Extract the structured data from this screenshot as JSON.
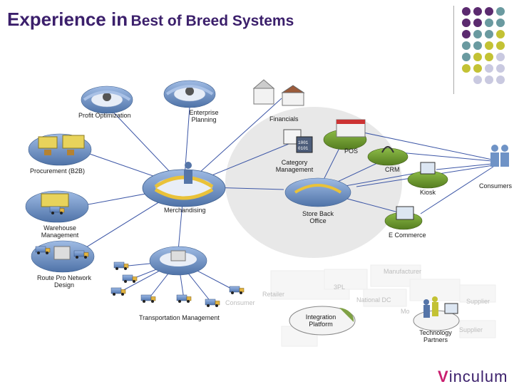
{
  "title": {
    "part1": "Experience in",
    "part2": "Best of Breed Systems"
  },
  "nodes": {
    "profit_optimization": "Profit Optimization",
    "enterprise_planning": "Enterprise Planning",
    "financials": "Financials",
    "procurement": "Procurement (B2B)",
    "category_management": "Category Management",
    "pos": "POS",
    "crm": "CRM",
    "kiosk": "Kiosk",
    "consumers": "Consumers",
    "merchandising": "Merchandising",
    "warehouse_management": "Warehouse Management",
    "store_back_office": "Store Back Office",
    "e_commerce": "E Commerce",
    "route_pro": "Route Pro Network Design",
    "transportation_management": "Transportation Management",
    "integration_platform": "Integration Platform",
    "technology_partners": "Technology Partners"
  },
  "watermark": {
    "manufacturer": "Manufacturer",
    "retailer": "Retailer",
    "threepl": "3PL",
    "national_dc": "National DC",
    "consumer": "Consumer",
    "supplier1": "Supplier",
    "supplier2": "Supplier",
    "mo": "Mo"
  },
  "brand": {
    "logo_v": "V",
    "logo_rest": "inculum"
  },
  "colors": {
    "title": "#3b1f6b",
    "hub_blue": "#6f93c6",
    "arrow_yellow": "#e9c23a",
    "node_green": "#6f9a2f",
    "ellipse_gray": "#e6e6e6",
    "line_blue": "#3c56a6",
    "dot_purple": "#5b2a6f",
    "dot_teal": "#6a9aa0",
    "dot_olive": "#c3c234",
    "dot_lavender": "#c9c9e0"
  },
  "icons": {
    "hub": "circular-arrows-icon",
    "person": "person-icon",
    "truck": "truck-icon",
    "building": "building-icon",
    "pos": "shop-icon",
    "crm": "headset-icon",
    "kiosk": "monitor-icon",
    "ecommerce": "www-monitor-icon",
    "consumers": "people-icon",
    "database": "database-icon"
  }
}
